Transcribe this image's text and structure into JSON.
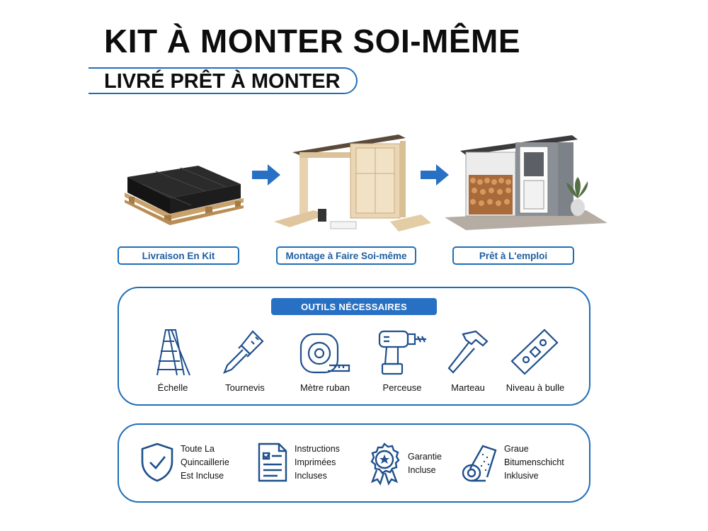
{
  "title": "KIT À MONTER SOI-MÊME",
  "subtitle": "LIVRÉ PRÊT À MONTER",
  "colors": {
    "accent": "#1f6fb8",
    "header_fill": "#2870c4",
    "label_text": "#1f5fa0"
  },
  "steps": [
    {
      "label": "Livraison En Kit"
    },
    {
      "label": "Montage à Faire Soi-même"
    },
    {
      "label": "Prêt à L'emploi"
    }
  ],
  "tools": {
    "header": "OUTILS NÉCESSAIRES",
    "items": [
      {
        "label": "Échelle",
        "icon": "ladder-icon"
      },
      {
        "label": "Tournevis",
        "icon": "screwdriver-icon"
      },
      {
        "label": "Mètre ruban",
        "icon": "tape-measure-icon"
      },
      {
        "label": "Perceuse",
        "icon": "drill-icon"
      },
      {
        "label": "Marteau",
        "icon": "hammer-icon"
      },
      {
        "label": "Niveau à bulle",
        "icon": "spirit-level-icon"
      }
    ]
  },
  "features": [
    {
      "lines": [
        "Toute La",
        "Quincaillerie",
        "Est Incluse"
      ],
      "icon": "shield-check-icon"
    },
    {
      "lines": [
        "Instructions",
        "Imprimées",
        "Incluses"
      ],
      "icon": "document-checklist-icon"
    },
    {
      "lines": [
        "Garantie",
        "Incluse"
      ],
      "icon": "award-badge-icon"
    },
    {
      "lines": [
        "Graue",
        "Bitumenschicht",
        "Inklusive"
      ],
      "icon": "roll-icon"
    }
  ]
}
